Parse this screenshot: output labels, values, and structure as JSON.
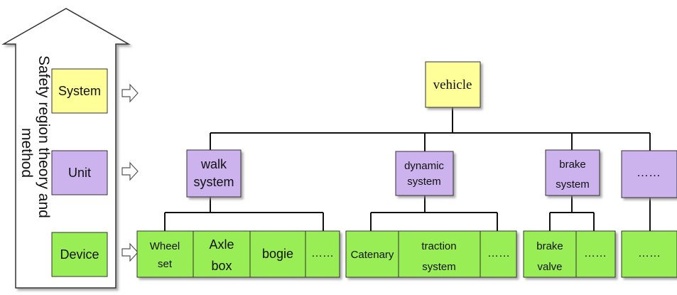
{
  "side_label": [
    "Safety region theory and",
    "method"
  ],
  "levels": {
    "system": "System",
    "unit": "Unit",
    "device": "Device"
  },
  "root": {
    "label": "vehicle"
  },
  "units": {
    "walk": [
      "walk",
      "system"
    ],
    "dynamic": [
      "dynamic",
      "system"
    ],
    "brake": [
      "brake",
      "system"
    ],
    "other": "……"
  },
  "devices": {
    "wheel_set": [
      "Wheel",
      "set"
    ],
    "axle_box": [
      "Axle",
      "box"
    ],
    "bogie": "bogie",
    "walk_more": "……",
    "catenary": "Catenary",
    "traction_system": [
      "traction",
      "system"
    ],
    "dynamic_more": "……",
    "brake_valve": [
      "brake",
      "valve"
    ],
    "brake_more": "……",
    "other_more": "……"
  },
  "colors": {
    "system_fill": "#FFFF99",
    "unit_fill": "#CCB3EE",
    "device_fill": "#99EE55",
    "border": "#333333",
    "line": "#111111"
  },
  "icons": {
    "level_pointer": "hollow-right-arrow-icon",
    "side_arrow": "hollow-up-arrow-icon"
  }
}
